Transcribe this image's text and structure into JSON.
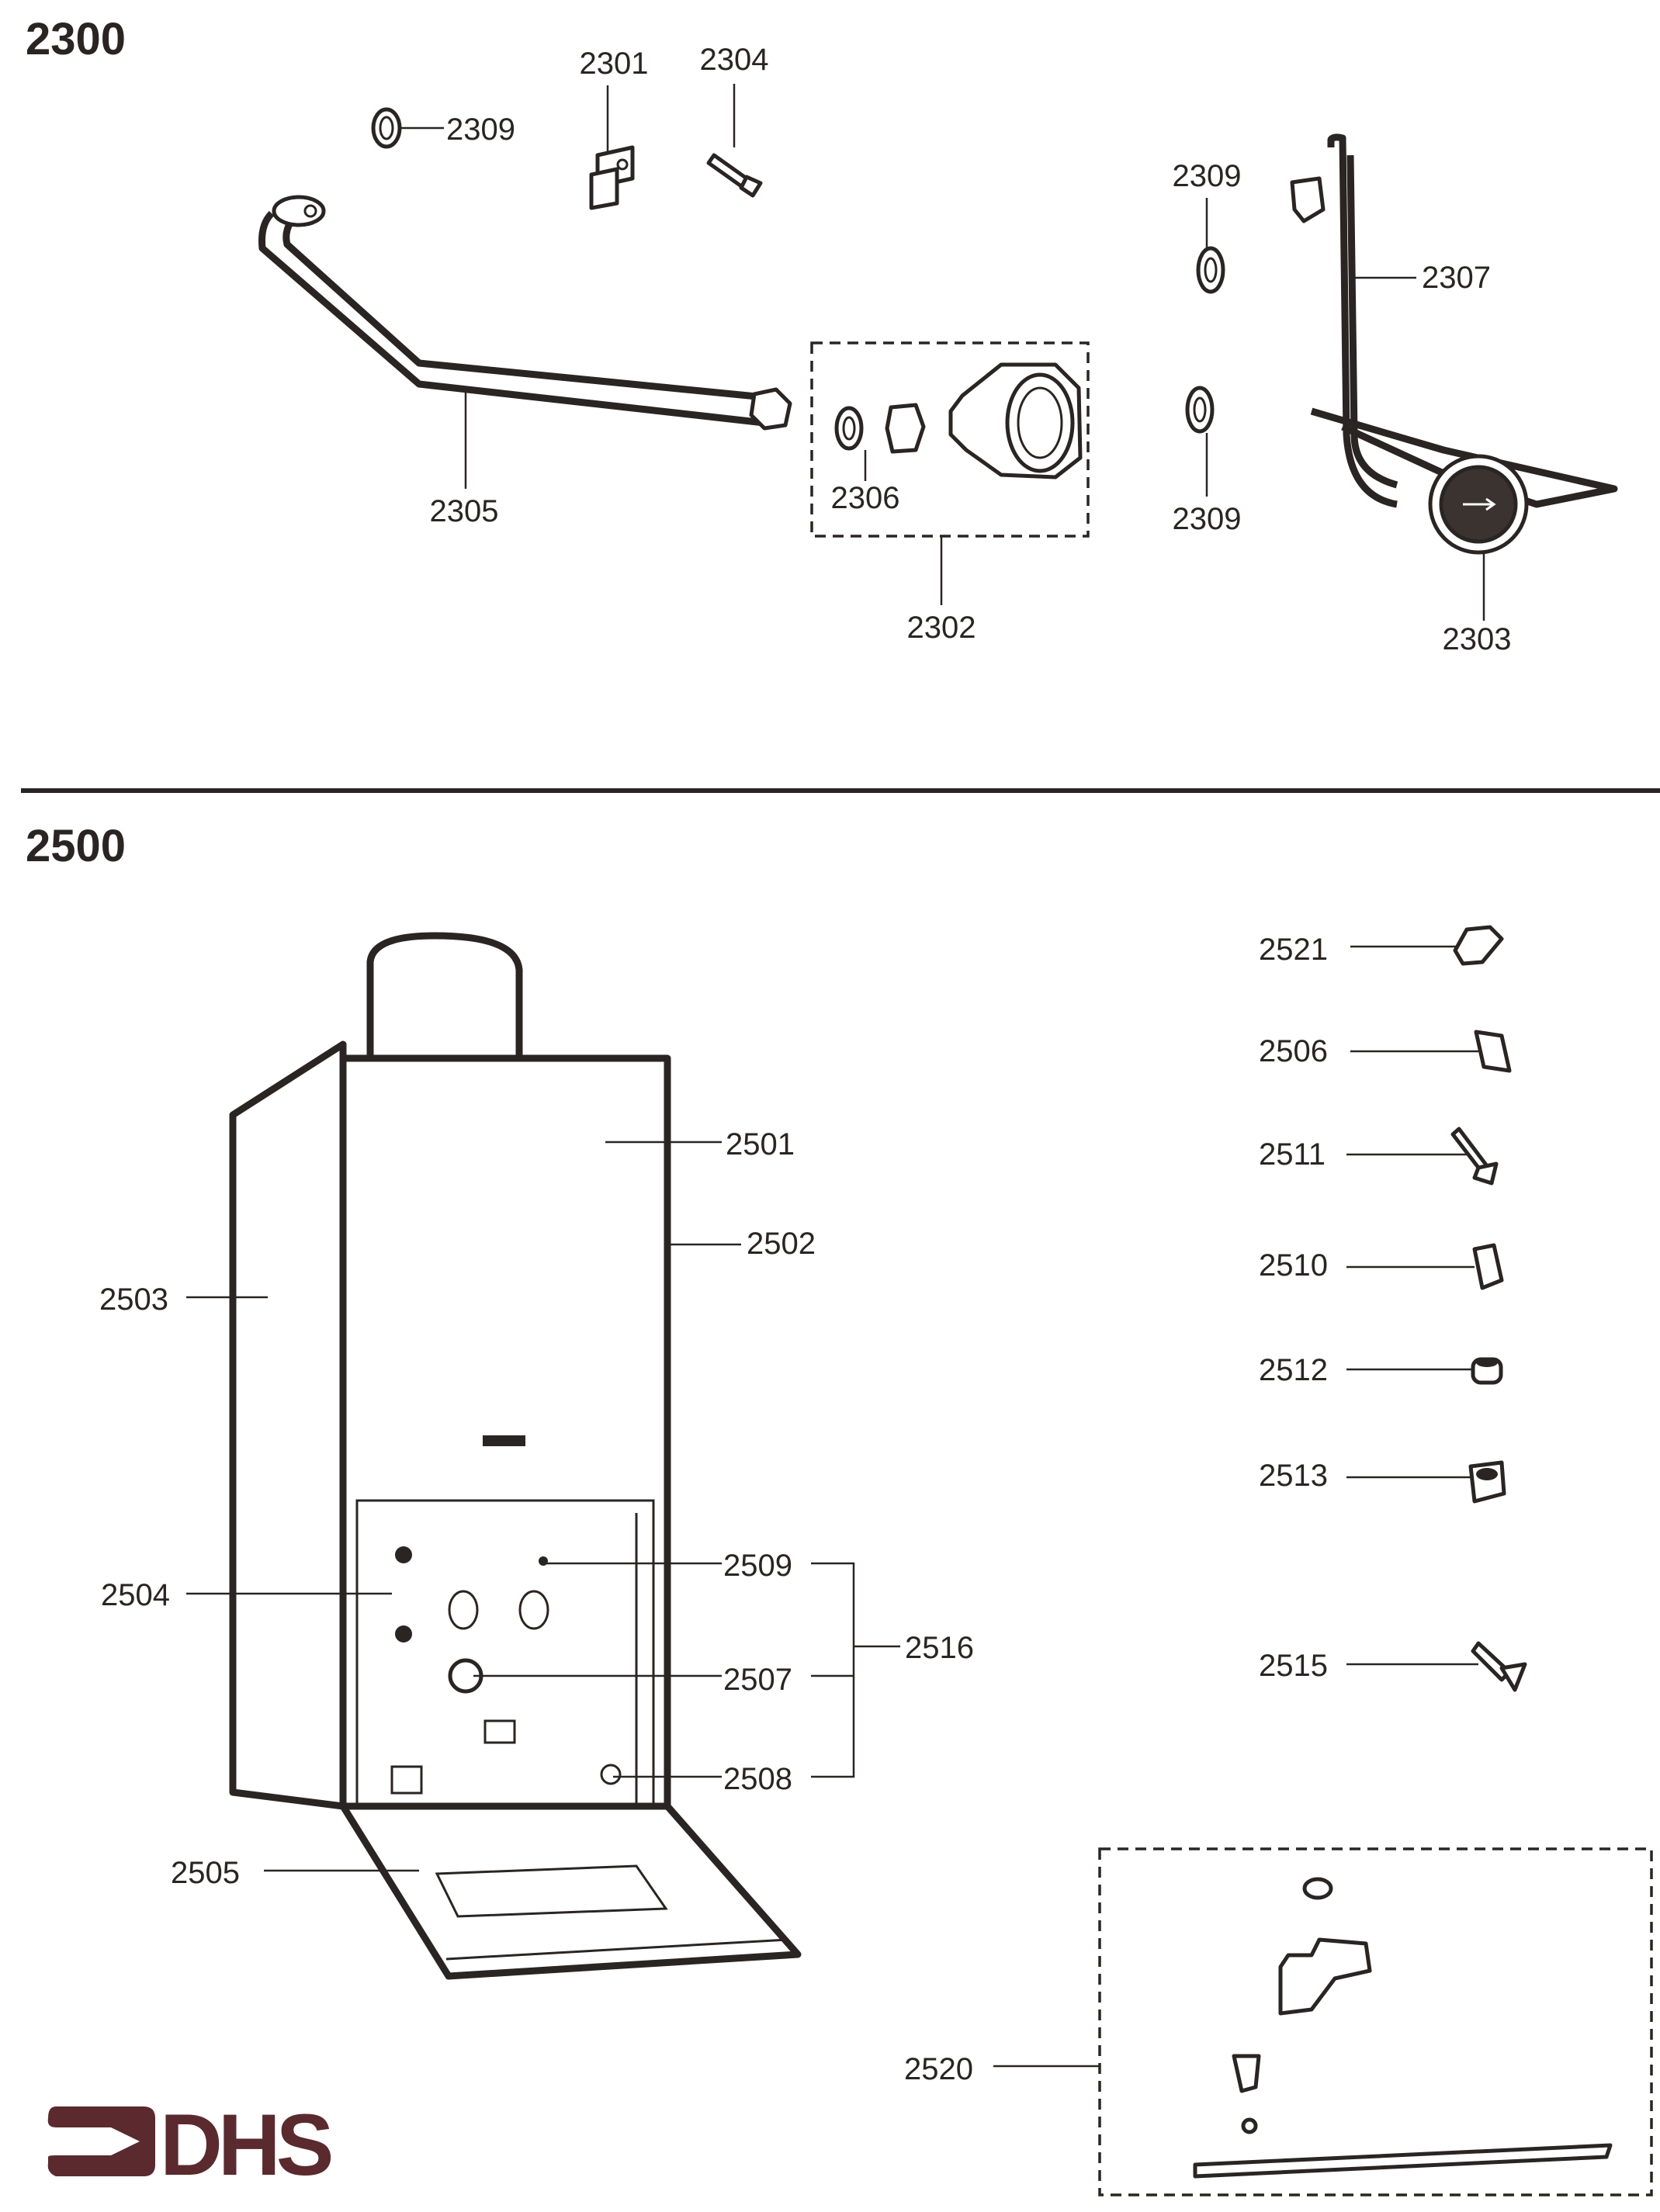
{
  "sections": {
    "top": {
      "title": "2300"
    },
    "bottom": {
      "title": "2500"
    }
  },
  "labels_2300": {
    "p2301": "2301",
    "p2304": "2304",
    "p2309_left": "2309",
    "p2305": "2305",
    "p2306": "2306",
    "p2302": "2302",
    "p2309_top": "2309",
    "p2309_bottom": "2309",
    "p2307": "2307",
    "p2303": "2303"
  },
  "labels_2500": {
    "p2501": "2501",
    "p2502": "2502",
    "p2503": "2503",
    "p2504": "2504",
    "p2505": "2505",
    "p2507": "2507",
    "p2508": "2508",
    "p2509": "2509",
    "p2516": "2516",
    "p2520": "2520",
    "p2521": "2521",
    "p2506": "2506",
    "p2511": "2511",
    "p2510": "2510",
    "p2512": "2512",
    "p2513": "2513",
    "p2515": "2515"
  },
  "logo": {
    "text": "DHS",
    "color": "#5a2a2e"
  }
}
